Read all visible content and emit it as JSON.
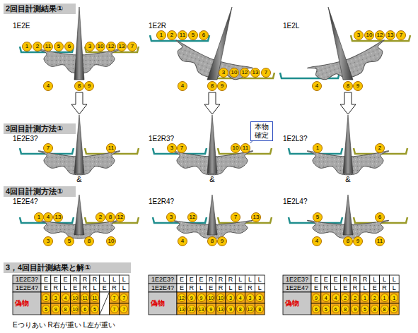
{
  "diagram": {
    "nodes": [
      {
        "text": [
          "2回目計測結果①"
        ]
      },
      {
        "text": [
          "1"
        ]
      },
      {
        "text": [
          "2"
        ]
      },
      {
        "text": [
          "11"
        ]
      },
      {
        "text": [
          "5"
        ]
      },
      {
        "text": [
          "6"
        ]
      },
      {
        "text": [
          "3"
        ]
      },
      {
        "text": [
          "10"
        ]
      },
      {
        "text": [
          "12"
        ]
      },
      {
        "text": [
          "13"
        ]
      },
      {
        "text": [
          "7"
        ]
      },
      {
        "text": [
          "4"
        ]
      },
      {
        "text": [
          "8"
        ]
      },
      {
        "text": [
          "9"
        ]
      },
      {
        "text": [
          "1"
        ]
      },
      {
        "text": [
          "2"
        ]
      },
      {
        "text": [
          "11"
        ]
      },
      {
        "text": [
          "5"
        ]
      },
      {
        "text": [
          "6"
        ]
      },
      {
        "text": [
          "3"
        ]
      },
      {
        "text": [
          "10"
        ]
      },
      {
        "text": [
          "12"
        ]
      },
      {
        "text": [
          "13"
        ]
      },
      {
        "text": [
          "7"
        ]
      },
      {
        "text": [
          "4"
        ]
      },
      {
        "text": [
          "8"
        ]
      },
      {
        "text": [
          "9"
        ]
      },
      {
        "text": [
          "3"
        ]
      },
      {
        "text": [
          "10"
        ]
      },
      {
        "text": [
          "12"
        ]
      },
      {
        "text": [
          "13"
        ]
      },
      {
        "text": [
          "7"
        ]
      },
      {
        "text": [
          "4"
        ]
      },
      {
        "text": [
          "8"
        ]
      },
      {
        "text": [
          "9"
        ]
      },
      {
        "text": [
          "3回目計測方法①"
        ]
      },
      {
        "text": [
          "7"
        ]
      },
      {
        "text": [
          "11"
        ]
      },
      {
        "text": [
          "3"
        ]
      },
      {
        "text": [
          "7"
        ]
      },
      {
        "text": [
          "10"
        ]
      },
      {
        "text": [
          "11"
        ]
      },
      {
        "text": [
          "本物 確定"
        ]
      },
      {
        "text": [
          "1"
        ]
      },
      {
        "text": [
          "2"
        ]
      },
      {
        "text": [
          "4回目計測方法①"
        ]
      },
      {
        "text": [
          "1"
        ]
      },
      {
        "text": [
          "4"
        ]
      },
      {
        "text": [
          "13"
        ]
      },
      {
        "text": [
          "2"
        ]
      },
      {
        "text": [
          "8"
        ]
      },
      {
        "text": [
          "12"
        ]
      },
      {
        "text": [
          "3"
        ]
      },
      {
        "text": [
          "5"
        ]
      },
      {
        "text": [
          "8"
        ]
      },
      {
        "text": [
          "10"
        ]
      },
      {
        "text": [
          "3"
        ]
      },
      {
        "text": [
          "12"
        ]
      },
      {
        "text": [
          "7"
        ]
      },
      {
        "text": [
          "13"
        ]
      },
      {
        "text": [
          "4"
        ]
      },
      {
        "text": [
          "8"
        ]
      },
      {
        "text": [
          "9"
        ]
      },
      {
        "text": [
          "5"
        ]
      },
      {
        "text": [
          "6"
        ]
      },
      {
        "text": [
          "4"
        ]
      },
      {
        "text": [
          "8"
        ]
      },
      {
        "text": [
          "9"
        ]
      },
      {
        "text": [
          "11"
        ]
      },
      {
        "text": [
          "3，4回目計測結果と解①"
        ]
      }
    ],
    "edges": [
      {
        "from": 42,
        "to": 41,
        "arrow": "none"
      }
    ],
    "labels": [
      "1E2E",
      "1E2R",
      "1E2L",
      "1E2E3?",
      "1E2R3?",
      "1E2L3?",
      "&",
      "&",
      "&",
      "1E2E4?",
      "1E2R4?",
      "1E2L4?",
      "1E2E3?",
      "E",
      "E",
      "E",
      "R",
      "R",
      "R",
      "L",
      "L",
      "L",
      "1E2E4?",
      "E",
      "R",
      "L",
      "E",
      "R",
      "L",
      "E",
      "R",
      "L",
      "偽物",
      "3",
      "3",
      "4",
      "10",
      "11",
      "11",
      "7",
      "7",
      "5",
      "9",
      "8",
      "10",
      "6",
      "5",
      "7",
      "7",
      "1E2E3?",
      "E",
      "E",
      "E",
      "R",
      "R",
      "R",
      "L",
      "L",
      "L",
      "1E2E4?",
      "E",
      "R",
      "L",
      "E",
      "R",
      "L",
      "E",
      "R",
      "L",
      "偽物",
      "12",
      "9",
      "9",
      "10",
      "10",
      "3",
      "4",
      "3",
      "3",
      "13",
      "12",
      "13",
      "9",
      "13",
      "9",
      "8",
      "12",
      "8",
      "1E2E3?",
      "E",
      "E",
      "E",
      "R",
      "R",
      "R",
      "L",
      "L",
      "L",
      "1E2E4?",
      "E",
      "R",
      "L",
      "E",
      "R",
      "L",
      "E",
      "R",
      "L",
      "偽物",
      "9",
      "4",
      "4",
      "2",
      "2",
      "1",
      "2",
      "1",
      "1",
      "6",
      "5",
      "6",
      "8",
      "9",
      "5",
      "8",
      "8",
      "5",
      "Eつりあい R右が重い L左が重い"
    ]
  }
}
